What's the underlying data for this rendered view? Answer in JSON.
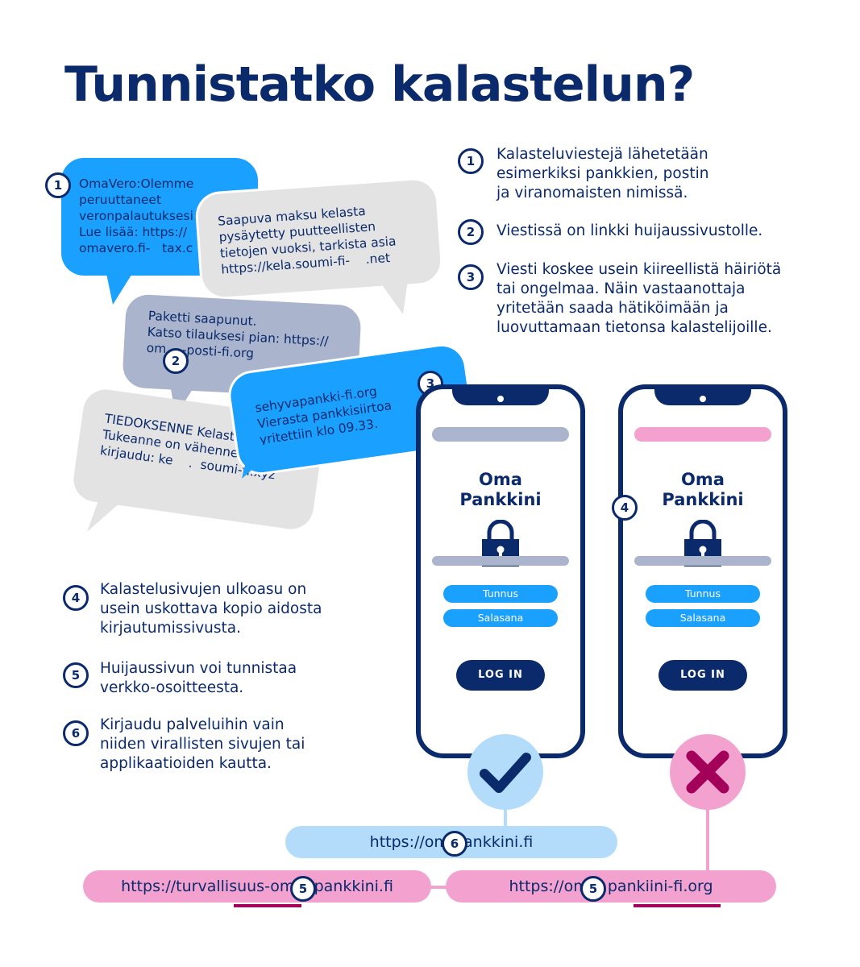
{
  "title": "Tunnistatko kalastelun?",
  "colors": {
    "navy": "#0b2a6b",
    "blue": "#1aa0ff",
    "light_blue": "#b3dcfa",
    "grey": "#e3e3e3",
    "grey_blue": "#aab4cc",
    "pink": "#f3a1cf",
    "dark_pink": "#a3005a"
  },
  "points_top": [
    {
      "num": "1",
      "text": "Kalasteluviestejä lähetetään\nesimerkiksi pankkien, postin\nja viranomaisten nimissä."
    },
    {
      "num": "2",
      "text": "Viestissä on linkki huijaussivustolle."
    },
    {
      "num": "3",
      "text": "Viesti koskee usein kiireellistä häiriötä\ntai ongelmaa. Näin vastaanottaja\nyritetään saada hätiköimään ja\nluovuttamaan tietonsa kalastelijoille."
    }
  ],
  "points_bottom": [
    {
      "num": "4",
      "text": "Kalastelusivujen ulkoasu on\nusein uskottava kopio aidosta\nkirjautumissivusta."
    },
    {
      "num": "5",
      "text": "Huijaussivun voi tunnistaa\nverkko-osoitteesta."
    },
    {
      "num": "6",
      "text": "Kirjaudu palveluihin vain\nniiden virallisten sivujen tai\napplikaatioiden kautta."
    }
  ],
  "bubbles": {
    "omavero": "OmaVero:Olemme\nperuuttaneet\nveronpalautuksesi\nLue lisää: https://\nomavero.fi-   tax.c",
    "kela": "Saapuva maksu kelasta\npysäytetty puutteellisten\ntietojen vuoksi, tarkista asia\nhttps://kela.soumi-fi-    .net",
    "posti": "Paketti saapunut.\nKatso tilauksesi pian: https://\nom    -posti-fi.org",
    "pankki": "sehyvapankki-fi.org\nVierasta pankkisiirtoa\nyritettiin klo 09.33.",
    "kela2": "TIEDOKSENNE Kelasta\nTukeanne on vähennetty 50 %\nkirjaudu: ke    .  soumi-fi.xyz"
  },
  "bubble_nums": {
    "omavero": "1",
    "posti": "2",
    "pankki": "3",
    "phone": "4",
    "url_good": "6",
    "url_bad1": "5",
    "url_bad2": "5"
  },
  "phone": {
    "title1": "Oma",
    "title2": "Pankkini",
    "username": "Tunnus",
    "password": "Salasana",
    "login": "LOG IN"
  },
  "urls": {
    "good": "https://om   ankkini.fi",
    "bad1": "https://turvallisuus-om    pankkini.fi",
    "bad2": "https://om    pankiini-fi.org"
  }
}
